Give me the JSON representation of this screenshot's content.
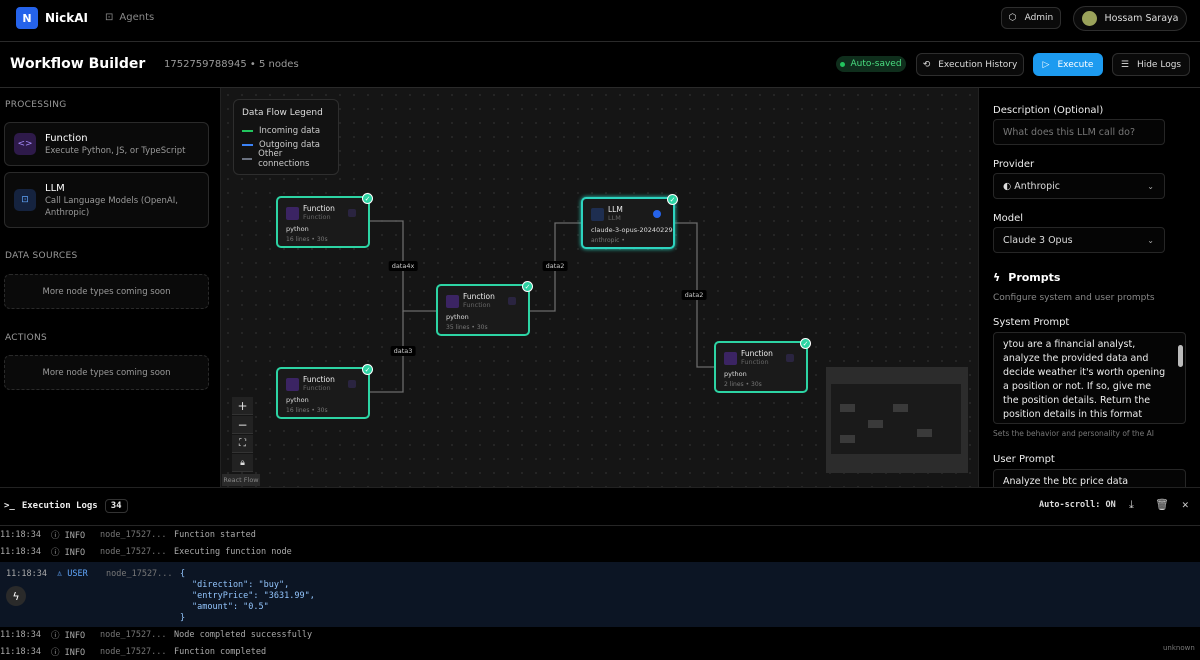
{
  "nav": {
    "logo_letter": "N",
    "brand": "NickAI",
    "agents": "Agents",
    "admin": "Admin",
    "user": "Hossam Saraya"
  },
  "header": {
    "title": "Workflow Builder",
    "subtitle": "1752759788945 • 5 nodes",
    "autosaved": "Auto-saved",
    "history": "Execution History",
    "execute": "Execute",
    "hide_logs": "Hide Logs"
  },
  "sidebar": {
    "processing": "PROCESSING",
    "items": [
      {
        "title": "Function",
        "desc": "Execute Python, JS, or TypeScript"
      },
      {
        "title": "LLM",
        "desc": "Call Language Models (OpenAI, Anthropic)"
      }
    ],
    "data_sources": "DATA SOURCES",
    "actions": "ACTIONS",
    "coming_soon": "More node types coming soon"
  },
  "legend": {
    "title": "Data Flow Legend",
    "incoming": "Incoming data",
    "outgoing": "Outgoing data",
    "other": "Other connections",
    "colors": {
      "incoming": "#22c55e",
      "outgoing": "#3b82f6",
      "other": "#6b7280"
    }
  },
  "nodes": [
    {
      "title": "Function",
      "subtitle": "Function",
      "lang": "python",
      "meta": "16 lines • 30s"
    },
    {
      "title": "LLM",
      "subtitle": "LLM",
      "lang": "claude-3-opus-20240229",
      "meta": "anthropic •"
    },
    {
      "title": "Function",
      "subtitle": "Function",
      "lang": "python",
      "meta": "35 lines • 30s"
    },
    {
      "title": "Function",
      "subtitle": "Function",
      "lang": "python",
      "meta": "16 lines • 30s"
    },
    {
      "title": "Function",
      "subtitle": "Function",
      "lang": "python",
      "meta": "2 lines • 30s"
    }
  ],
  "edges": [
    "data4x",
    "data3",
    "data2",
    "data2"
  ],
  "controls": {
    "zoom_in": "+",
    "zoom_out": "−",
    "attribution": "React Flow"
  },
  "panel": {
    "desc_label": "Description (Optional)",
    "desc_placeholder": "What does this LLM call do?",
    "provider_label": "Provider",
    "provider": "Anthropic",
    "model_label": "Model",
    "model": "Claude 3 Opus",
    "prompts_title": "Prompts",
    "prompts_sub": "Configure system and user prompts",
    "system_label": "System Prompt",
    "system_prompt": "ytou are a financial analyst, analyze the provided data and decide weather it's worth opening a position or not. If so, give me the position details. Return the position details in this format",
    "system_hint": "Sets the behavior and personality of the AI",
    "user_label": "User Prompt",
    "user_prompt": "Analyze the btc price data"
  },
  "logs": {
    "title": "Execution Logs",
    "count": "34",
    "autoscroll": "Auto-scroll: ON",
    "rows": [
      {
        "time": "11:18:34",
        "level": "INFO",
        "node": "node_17527...",
        "msg": "Function started"
      },
      {
        "time": "11:18:34",
        "level": "INFO",
        "node": "node_17527...",
        "msg": "Executing function node"
      },
      {
        "time": "11:18:34",
        "level": "USER",
        "node": "node_17527...",
        "msg": "{"
      },
      {
        "time": "11:18:34",
        "level": "INFO",
        "node": "node_17527...",
        "msg": "Node completed successfully"
      },
      {
        "time": "11:18:34",
        "level": "INFO",
        "node": "node_17527...",
        "msg": "Function completed"
      }
    ],
    "json_lines": [
      "\"direction\": \"buy\",",
      "\"entryPrice\": \"3631.99\",",
      "\"amount\": \"0.5\"",
      "}"
    ],
    "footer": "unknown"
  }
}
